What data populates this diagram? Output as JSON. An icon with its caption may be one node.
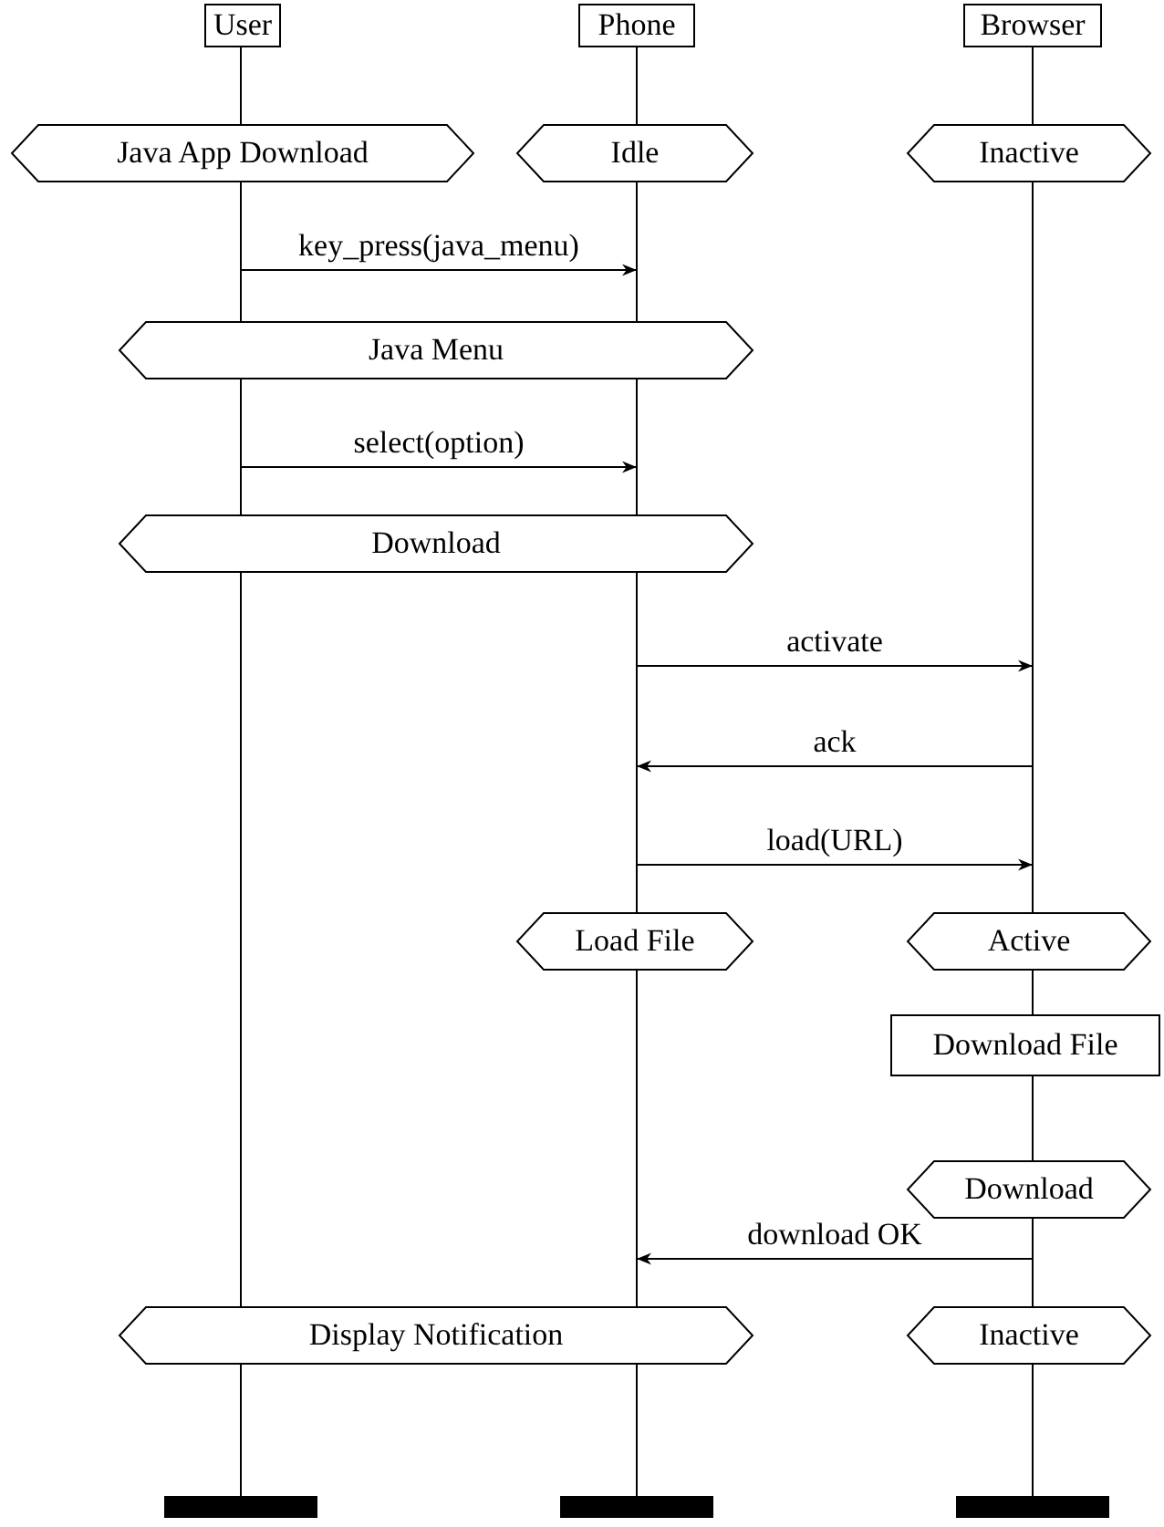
{
  "diagram": {
    "nodes": [
      {
        "text": [
          "User"
        ]
      },
      {
        "text": [
          "Phone"
        ]
      },
      {
        "text": [
          "Browser"
        ]
      },
      {
        "text": [
          "Java App Download"
        ]
      },
      {
        "text": [
          "Idle"
        ]
      },
      {
        "text": [
          "Inactive"
        ]
      },
      {
        "text": [
          "Java Menu"
        ]
      },
      {
        "text": [
          "Download"
        ]
      },
      {
        "text": [
          "Load File"
        ]
      },
      {
        "text": [
          "Active"
        ]
      },
      {
        "text": [
          "Download File"
        ]
      },
      {
        "text": [
          "Download"
        ]
      },
      {
        "text": [
          "Display Notification"
        ]
      },
      {
        "text": [
          "Inactive"
        ]
      },
      {
        "text": [],
        "shape": "line"
      },
      {
        "text": [],
        "shape": "line"
      },
      {
        "text": [],
        "shape": "line"
      }
    ],
    "edges": [
      {
        "from": 14,
        "to": 15,
        "arrow": "to",
        "label": "key_press(java_menu)"
      },
      {
        "from": 14,
        "to": 15,
        "arrow": "to",
        "label": "select(option)"
      },
      {
        "from": 15,
        "to": 16,
        "arrow": "to",
        "label": "activate"
      },
      {
        "from": 16,
        "to": 15,
        "arrow": "to",
        "label": "ack"
      },
      {
        "from": 15,
        "to": 16,
        "arrow": "to",
        "label": "load(URL)"
      },
      {
        "from": 16,
        "to": 15,
        "arrow": "to",
        "label": "download OK"
      }
    ]
  }
}
